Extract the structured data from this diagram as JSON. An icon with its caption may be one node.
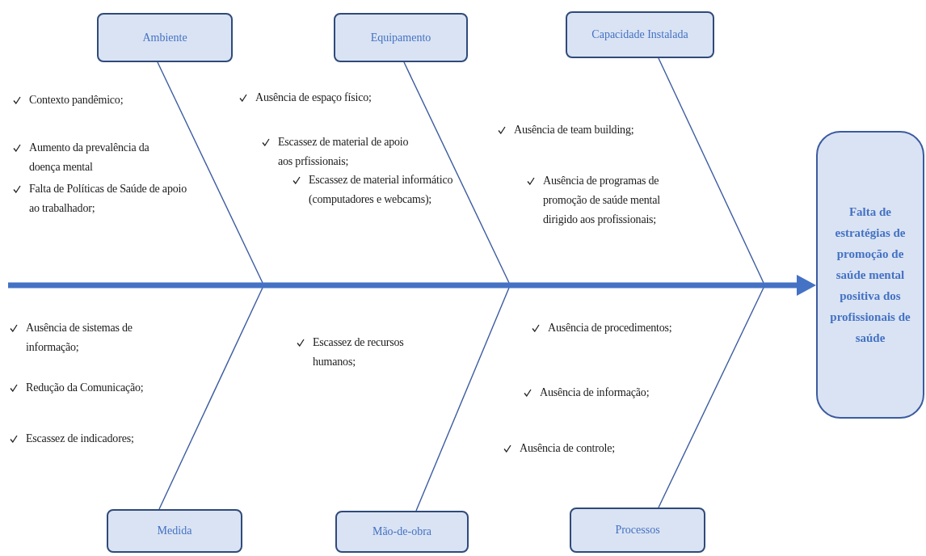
{
  "diagram": {
    "nodes": [
      {
        "text": [
          "Ambiente"
        ]
      },
      {
        "text": [
          "Equipamento"
        ]
      },
      {
        "text": [
          "Capacidade Instalada"
        ]
      },
      {
        "text": [
          "Falta de estratégias de promoção de saúde mental positiva dos profissionais de saúde"
        ]
      },
      {
        "text": [
          "Medida"
        ]
      },
      {
        "text": [
          "Mão-de-obra"
        ]
      },
      {
        "text": [
          "Processos"
        ]
      }
    ],
    "edges": [
      {
        "from": 0,
        "to": null,
        "arrow": "none"
      },
      {
        "from": 1,
        "to": null,
        "arrow": "none"
      },
      {
        "from": 2,
        "to": null,
        "arrow": "none"
      },
      {
        "from": 4,
        "to": null,
        "arrow": "none"
      },
      {
        "from": 5,
        "to": null,
        "arrow": "none"
      },
      {
        "from": 6,
        "to": null,
        "arrow": "none"
      },
      {
        "from": null,
        "to": 3,
        "arrow": "to",
        "style": "thick",
        "color": "#4472c4"
      }
    ],
    "labels": [
      "Contexto pandêmico;",
      "Aumento da prevalência da doença mental",
      "Falta de Políticas de Saúde de apoio ao trabalhador;",
      "Ausência de espaço físico;",
      "Escassez de material de apoio aos prfissionais;",
      "Escassez de material informático (computadores e webcams);",
      "Ausência de team building;",
      "Ausência de programas de promoção de saúde mental dirigido aos profissionais;",
      "Ausência de sistemas de informação;",
      "Redução da Comunicação;",
      "Escassez de indicadores;",
      "Escassez de recursos humanos;",
      "Ausência de procedimentos;",
      "Ausência de informação;",
      "Ausência de controle;"
    ]
  }
}
